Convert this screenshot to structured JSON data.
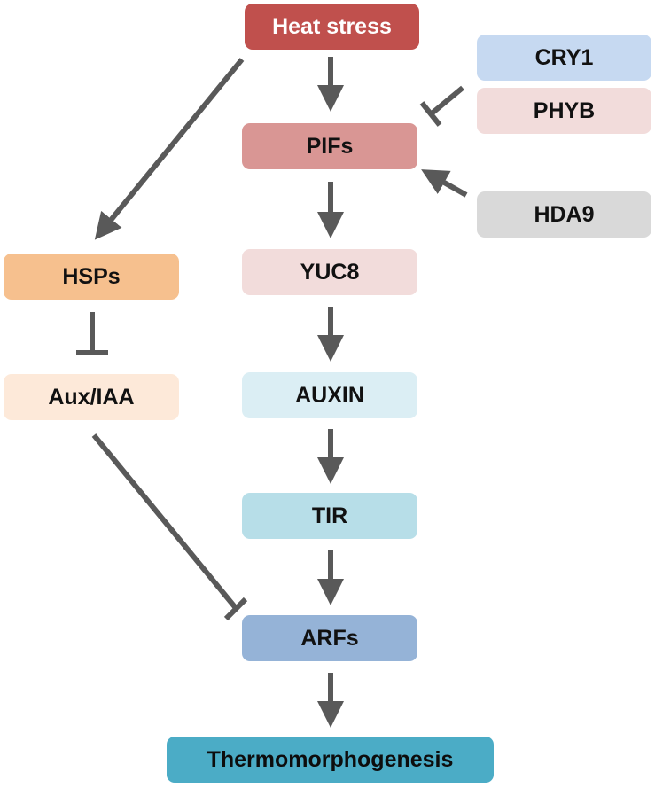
{
  "nodes": {
    "heat_stress": "Heat stress",
    "cry1": "CRY1",
    "phyb": "PHYB",
    "pifs": "PIFs",
    "hda9": "HDA9",
    "hsps": "HSPs",
    "yuc8": "YUC8",
    "aux_iaa": "Aux/IAA",
    "auxin": "AUXIN",
    "tir": "TIR",
    "arfs": "ARFs",
    "thermomorphogenesis": "Thermomorphogenesis"
  },
  "colors": {
    "heat_stress": "#c0504d",
    "cry1": "#c6d9f1",
    "phyb": "#f2dcdb",
    "pifs": "#d99694",
    "hda9": "#d9d9d9",
    "hsps": "#f6c08e",
    "yuc8": "#f2dcdb",
    "aux_iaa": "#fde9d9",
    "auxin": "#dbeef4",
    "tir": "#b7dee8",
    "arfs": "#95b3d7",
    "thermomorphogenesis": "#4bacc6",
    "connector": "#595959"
  },
  "edges": [
    {
      "from": "heat_stress",
      "to": "pifs",
      "type": "activation"
    },
    {
      "from": "heat_stress",
      "to": "hsps",
      "type": "activation"
    },
    {
      "from": "cry1",
      "to": "pifs",
      "type": "inhibition"
    },
    {
      "from": "phyb",
      "to": "pifs",
      "type": "inhibition"
    },
    {
      "from": "hda9",
      "to": "pifs",
      "type": "activation"
    },
    {
      "from": "pifs",
      "to": "yuc8",
      "type": "activation"
    },
    {
      "from": "yuc8",
      "to": "auxin",
      "type": "activation"
    },
    {
      "from": "auxin",
      "to": "tir",
      "type": "activation"
    },
    {
      "from": "tir",
      "to": "arfs",
      "type": "activation"
    },
    {
      "from": "arfs",
      "to": "thermomorphogenesis",
      "type": "activation"
    },
    {
      "from": "hsps",
      "to": "aux_iaa",
      "type": "inhibition"
    },
    {
      "from": "aux_iaa",
      "to": "arfs",
      "type": "inhibition"
    }
  ]
}
